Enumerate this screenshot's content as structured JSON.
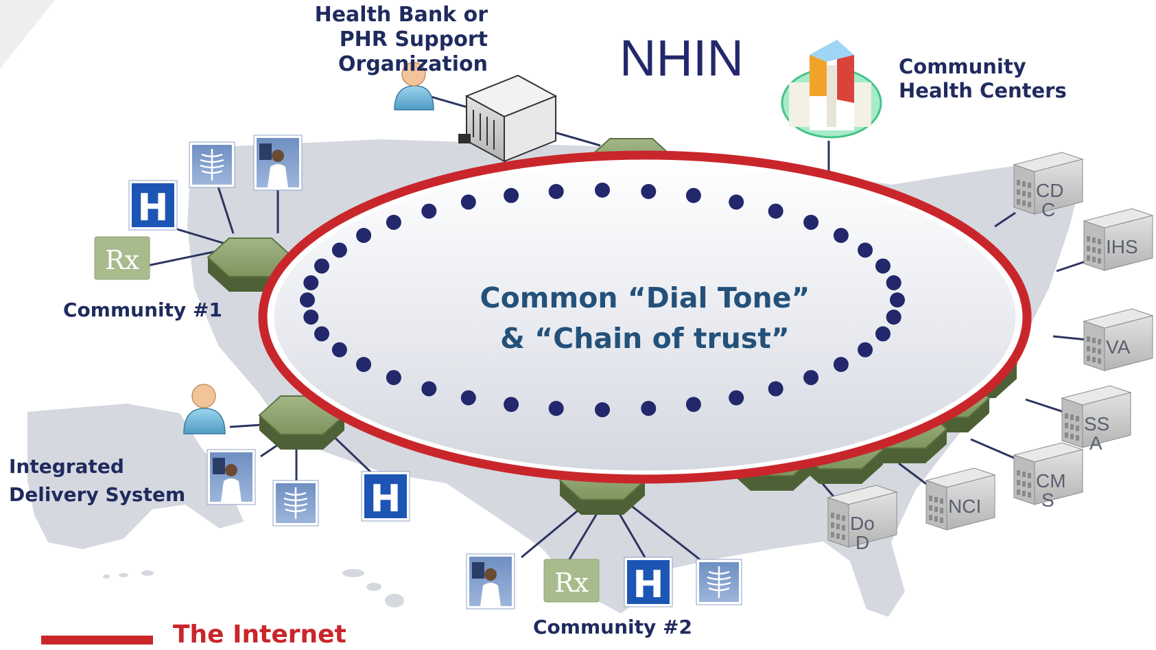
{
  "title": "NHIN",
  "center_text": {
    "line1": "Common “Dial Tone”",
    "line2": "& “Chain of trust”"
  },
  "labels": {
    "health_bank_line1": "Health Bank or",
    "health_bank_line2": "PHR Support Organization",
    "community_health_line1": "Community",
    "community_health_line2": "Health Centers",
    "community1": "Community #1",
    "community2": "Community #2",
    "ids_line1": "Integrated",
    "ids_line2": "Delivery System"
  },
  "agencies": [
    {
      "id": "cdc",
      "line1": "CD",
      "line2": "C"
    },
    {
      "id": "ihs",
      "line1": "IHS",
      "line2": ""
    },
    {
      "id": "va",
      "line1": "VA",
      "line2": ""
    },
    {
      "id": "ssa",
      "line1": "SS",
      "line2": "A"
    },
    {
      "id": "cms",
      "line1": "CM",
      "line2": "S"
    },
    {
      "id": "nci",
      "line1": "NCI",
      "line2": ""
    },
    {
      "id": "dod",
      "line1": "Do",
      "line2": "D"
    }
  ],
  "icon_glyphs": {
    "hospital": "H",
    "pharmacy": "Rx"
  },
  "legend": {
    "label": "The Internet"
  },
  "colors": {
    "ring": "#c9262b",
    "hub": "#7f9660",
    "dots": "#22286b",
    "title": "#22286b",
    "center_text": "#23517a",
    "labels": "#1f2b5e"
  }
}
